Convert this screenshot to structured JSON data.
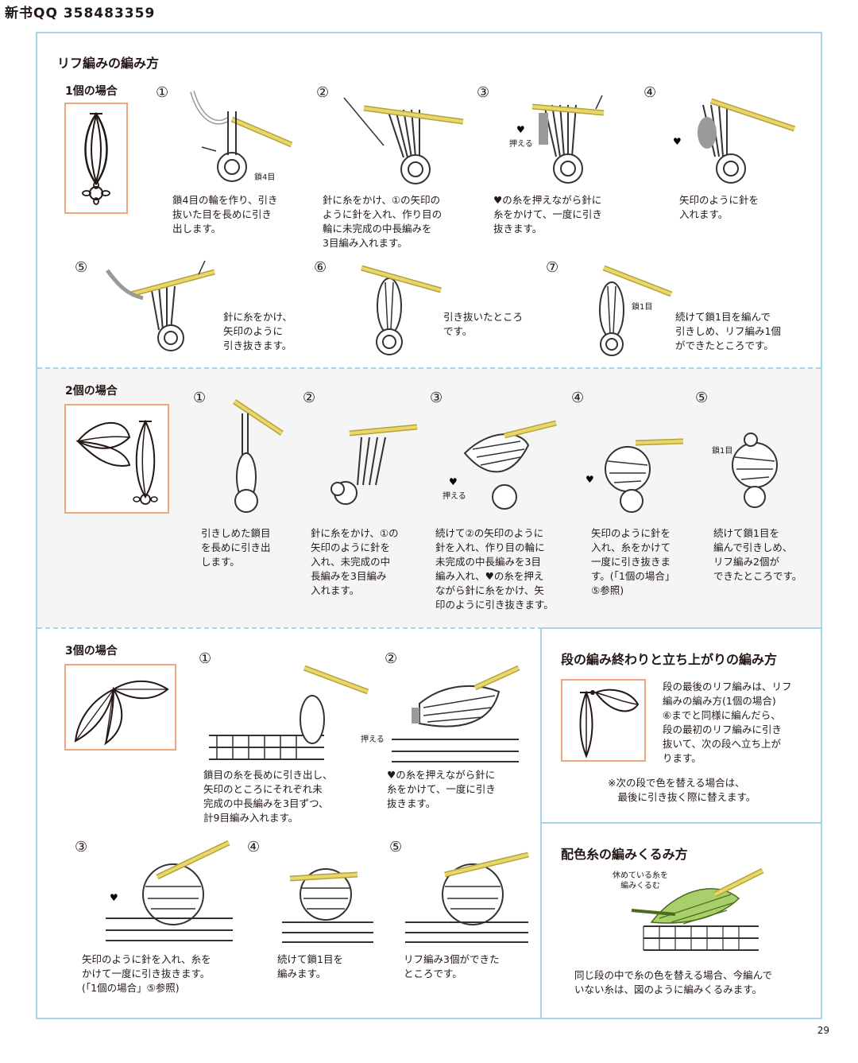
{
  "watermark": "新书QQ 358483359",
  "page_number": "29",
  "section1": {
    "title": "リフ編みの編み方",
    "case1": {
      "title": "1個の場合",
      "steps": [
        {
          "num": "①",
          "label": "鎖4目",
          "caption": "鎖4目の輪を作り、引き\n抜いた目を長めに引き\n出します。"
        },
        {
          "num": "②",
          "caption": "針に糸をかけ、①の矢印の\nように針を入れ、作り目の\n輪に未完成の中長編みを\n3目編み入れます。"
        },
        {
          "num": "③",
          "label": "押える",
          "caption": "♥の糸を押えながら針に\n糸をかけて、一度に引き\n抜きます。"
        },
        {
          "num": "④",
          "caption": "矢印のように針を\n入れます。"
        },
        {
          "num": "⑤",
          "caption": "針に糸をかけ、\n矢印のように\n引き抜きます。"
        },
        {
          "num": "⑥",
          "caption": "引き抜いたところ\nです。"
        },
        {
          "num": "⑦",
          "label": "鎖1目",
          "caption": "続けて鎖1目を編んで\n引きしめ、リフ編み1個\nができたところです。"
        }
      ]
    },
    "case2": {
      "title": "2個の場合",
      "steps": [
        {
          "num": "①",
          "caption": "引きしめた鎖目\nを長めに引き出\nします。"
        },
        {
          "num": "②",
          "caption": "針に糸をかけ、①の\n矢印のように針を\n入れ、未完成の中\n長編みを3目編み\n入れます。"
        },
        {
          "num": "③",
          "label": "押える",
          "caption": "続けて②の矢印のように\n針を入れ、作り目の輪に\n未完成の中長編みを3目\n編み入れ、♥の糸を押え\nながら針に糸をかけ、矢\n印のように引き抜きます。"
        },
        {
          "num": "④",
          "caption": "矢印のように針を\n入れ、糸をかけて\n一度に引き抜きま\nす。(「1個の場合」\n⑤参照)"
        },
        {
          "num": "⑤",
          "label": "鎖1目",
          "caption": "続けて鎖1目を\n編んで引きしめ、\nリフ編み2個が\nできたところです。"
        }
      ]
    },
    "case3": {
      "title": "3個の場合",
      "steps": [
        {
          "num": "①",
          "caption": "鎖目の糸を長めに引き出し、\n矢印のところにそれぞれ未\n完成の中長編みを3目ずつ、\n計9目編み入れます。"
        },
        {
          "num": "②",
          "label": "押える",
          "caption": "♥の糸を押えながら針に\n糸をかけて、一度に引き\n抜きます。"
        },
        {
          "num": "③",
          "caption": "矢印のように針を入れ、糸を\nかけて一度に引き抜きます。\n(「1個の場合」⑤参照)"
        },
        {
          "num": "④",
          "caption": "続けて鎖1目を\n編みます。"
        },
        {
          "num": "⑤",
          "caption": "リフ編み3個ができた\nところです。"
        }
      ]
    }
  },
  "section2": {
    "title": "段の編み終わりと立ち上がりの編み方",
    "body": "段の最後のリフ編みは、リフ\n編みの編み方(1個の場合)\n⑥までと同様に編んだら、\n段の最初のリフ編みに引き\n抜いて、次の段へ立ち上が\nります。",
    "note": "※次の段で色を替える場合は、\n　最後に引き抜く際に替えます。"
  },
  "section3": {
    "title": "配色糸の編みくるみ方",
    "label": "休めている糸を\n編みくるむ",
    "caption": "同じ段の中で糸の色を替える場合、今編んで\nいない糸は、図のように編みくるみます。"
  },
  "colors": {
    "frame": "#a9d3ea",
    "symbol_border": "#f0a57c",
    "hook": "#e9d76b",
    "yarn_green": "#a8cf6a",
    "yarn_gray": "#9a9a9a"
  }
}
